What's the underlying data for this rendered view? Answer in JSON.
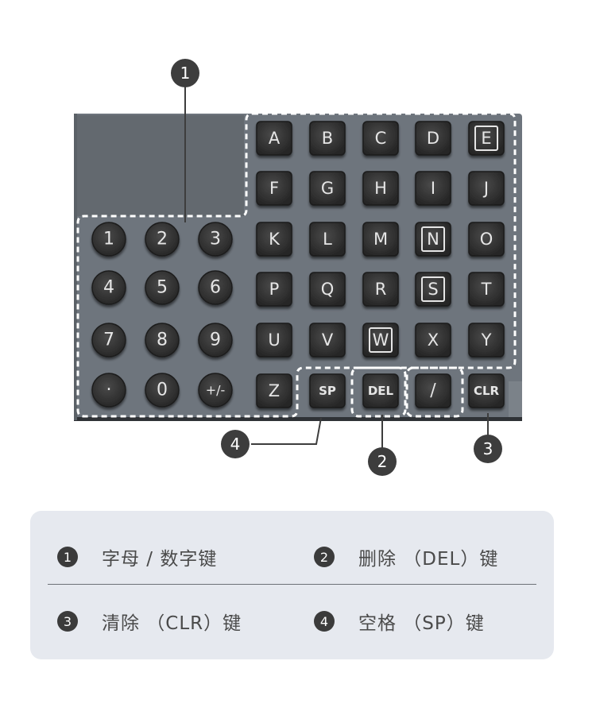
{
  "callouts": [
    "1",
    "2",
    "3",
    "4"
  ],
  "numeric_keys": [
    "1",
    "2",
    "3",
    "4",
    "5",
    "6",
    "7",
    "8",
    "9",
    "·",
    "0",
    "+/-"
  ],
  "letter_keys": [
    "A",
    "B",
    "C",
    "D",
    "E",
    "F",
    "G",
    "H",
    "I",
    "J",
    "K",
    "L",
    "M",
    "N",
    "O",
    "P",
    "Q",
    "R",
    "S",
    "T",
    "U",
    "V",
    "W",
    "X",
    "Y",
    "Z"
  ],
  "function_keys": {
    "space": "SP",
    "delete": "DEL",
    "slash": "/",
    "clear": "CLR"
  },
  "highlighted_letters": [
    "E",
    "N",
    "S",
    "W"
  ],
  "legend": [
    {
      "bullet": "1",
      "label": "字母 / 数字键"
    },
    {
      "bullet": "2",
      "label": "删除 （DEL）键"
    },
    {
      "bullet": "3",
      "label": "清除 （CLR）键"
    },
    {
      "bullet": "4",
      "label": "空格 （SP）键"
    }
  ],
  "colors": {
    "panel": "#6e757d",
    "panel_dark": "#62686f",
    "key": "#3a3a3a",
    "callout": "#3d3d3d",
    "legend_bg": "#e6e9ef"
  }
}
